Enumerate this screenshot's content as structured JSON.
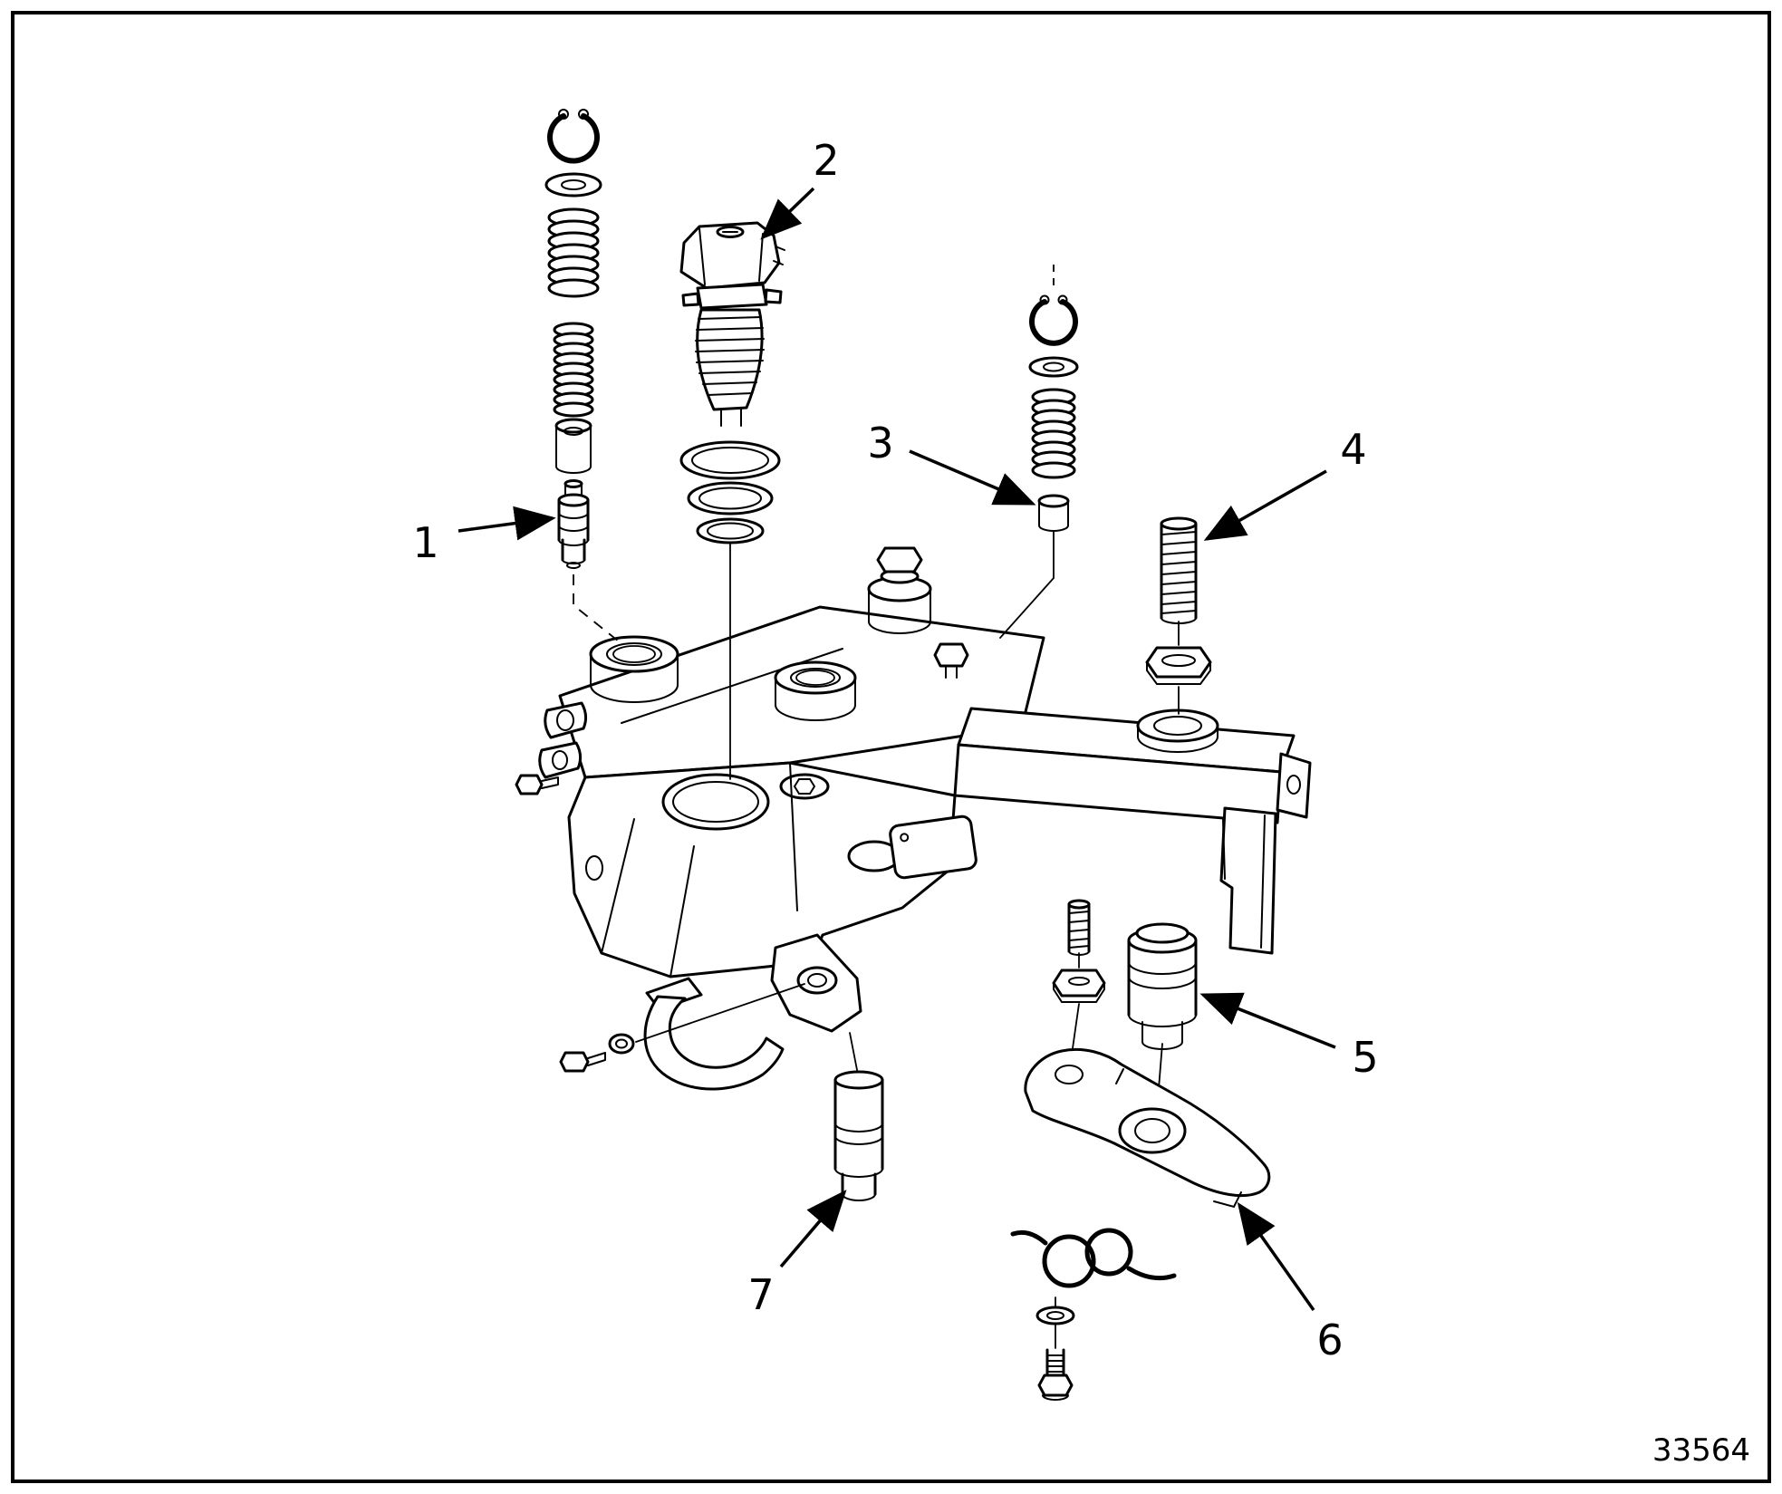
{
  "figure": {
    "number": "33564"
  },
  "callouts": [
    {
      "label": "1"
    },
    {
      "label": "2"
    },
    {
      "label": "3"
    },
    {
      "label": "4"
    },
    {
      "label": "5"
    },
    {
      "label": "6"
    },
    {
      "label": "7"
    }
  ],
  "colors": {
    "line": "#000000",
    "background": "#ffffff"
  }
}
